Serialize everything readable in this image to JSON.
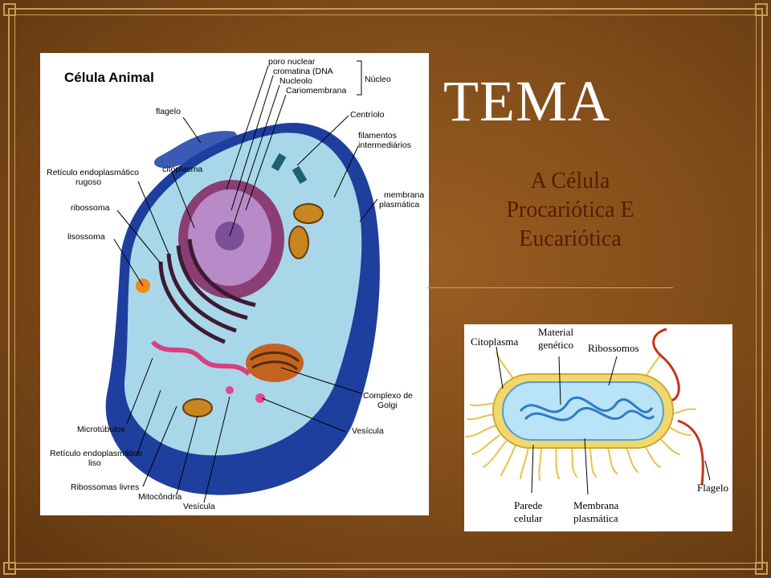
{
  "slide": {
    "title": "TEMA",
    "subtitle_lines": [
      "A Célula",
      "Procariótica E",
      "Eucariótica"
    ],
    "colors": {
      "background": "#8a521b",
      "frame": "#c99a5a",
      "title": "#ffffff",
      "subtitle": "#5a1a00"
    }
  },
  "animal_cell": {
    "heading": "Célula Animal",
    "labels": {
      "poro_nuclear": "poro nuclear",
      "cromatina": "cromatina (DNA",
      "nucleolo": "Nucleolo",
      "cariomembrana": "Cariomembrana",
      "nucleo": "Núcleo",
      "centriolo": "Centríolo",
      "flagelo": "flagelo",
      "filamentos_1": "filamentos",
      "filamentos_2": "intermediários",
      "rer_1": "Retículo endoplasmático",
      "rer_2": "rugoso",
      "citoplasma": "citoplasma",
      "membrana_1": "membrana",
      "membrana_2": "plasmática",
      "ribossoma": "ribossoma",
      "lisossoma": "lisossoma",
      "golgi_1": "Complexo de",
      "golgi_2": "Golgi",
      "vesicula_right": "Vesícula",
      "microtubulos": "Microtúbulos",
      "rel_1": "Retículo endoplasmático",
      "rel_2": "liso",
      "ribossomas_livres": "Ribossomas livres",
      "mitocondria": "Mitocôndria",
      "vesicula_bottom": "Vesícula"
    }
  },
  "bacterium": {
    "labels": {
      "citoplasma": "Citoplasma",
      "material_1": "Material",
      "material_2": "genético",
      "ribossomos": "Ribossomos",
      "flagelo": "Flagelo",
      "parede_1": "Parede",
      "parede_2": "celular",
      "membrana_1": "Membrana",
      "membrana_2": "plasmática"
    }
  }
}
